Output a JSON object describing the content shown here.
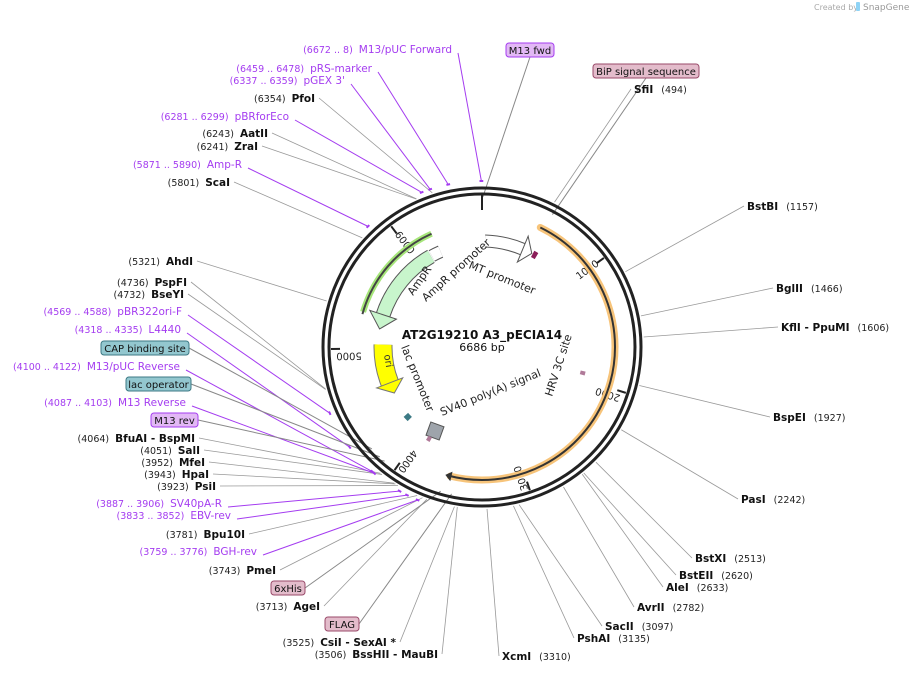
{
  "credit": {
    "prefix": "Created by",
    "brand": "SnapGene"
  },
  "plasmid": {
    "name": "AT2G19210 A3_pECIA14",
    "length_label": "6686 bp",
    "length": 6686
  },
  "ticks": [
    {
      "pos": 1000,
      "label": "1000"
    },
    {
      "pos": 2000,
      "label": "2000"
    },
    {
      "pos": 3000,
      "label": "3000"
    },
    {
      "pos": 4000,
      "label": "4000"
    },
    {
      "pos": 5000,
      "label": "5000"
    },
    {
      "pos": 6000,
      "label": "6000"
    }
  ],
  "enzymes_right": [
    {
      "name": "SfiI",
      "num": "(494)",
      "pos": 494
    },
    {
      "name": "BstBI",
      "num": "(1157)",
      "pos": 1157
    },
    {
      "name": "BglII",
      "num": "(1466)",
      "pos": 1466
    },
    {
      "name": "KflI  - PpuMI",
      "num": "(1606)",
      "pos": 1606
    },
    {
      "name": "BspEI",
      "num": "(1927)",
      "pos": 1927
    },
    {
      "name": "PasI",
      "num": "(2242)",
      "pos": 2242
    },
    {
      "name": "BstXI",
      "num": "(2513)",
      "pos": 2513
    },
    {
      "name": "BstEII",
      "num": "(2620)",
      "pos": 2620
    },
    {
      "name": "AleI",
      "num": "(2633)",
      "pos": 2633
    },
    {
      "name": "AvrII",
      "num": "(2782)",
      "pos": 2782
    },
    {
      "name": "SacII",
      "num": "(3097)",
      "pos": 3097
    },
    {
      "name": "PshAI",
      "num": "(3135)",
      "pos": 3135
    },
    {
      "name": "XcmI",
      "num": "(3310)",
      "pos": 3310
    }
  ],
  "enzymes_left": [
    {
      "name": "PfoI",
      "num": "(6354)",
      "pos": 6354
    },
    {
      "name": "AatII",
      "num": "(6243)",
      "pos": 6243
    },
    {
      "name": "ZraI",
      "num": "(6241)",
      "pos": 6241
    },
    {
      "name": "ScaI",
      "num": "(5801)",
      "pos": 5801
    },
    {
      "name": "AhdI",
      "num": "(5321)",
      "pos": 5321
    },
    {
      "name": "PspFI",
      "num": "(4736)",
      "pos": 4736
    },
    {
      "name": "BseYI",
      "num": "(4732)",
      "pos": 4732
    },
    {
      "name": "BfuAI   - BspMI",
      "num": "(4064)",
      "pos": 4064
    },
    {
      "name": "SalI",
      "num": "(4051)",
      "pos": 4051
    },
    {
      "name": "MfeI",
      "num": "(3952)",
      "pos": 3952
    },
    {
      "name": "HpaI",
      "num": "(3943)",
      "pos": 3943
    },
    {
      "name": "PsiI",
      "num": "(3923)",
      "pos": 3923
    },
    {
      "name": "Bpu10I",
      "num": "(3781)",
      "pos": 3781
    },
    {
      "name": "PmeI",
      "num": "(3743)",
      "pos": 3743
    },
    {
      "name": "AgeI",
      "num": "(3713)",
      "pos": 3713
    },
    {
      "name": "CsiI  - SexAI *",
      "num": "(3525)",
      "pos": 3525
    },
    {
      "name": "BssHII  - MauBI",
      "num": "(3506)",
      "pos": 3506
    }
  ],
  "primers": [
    {
      "name": "M13/pUC Forward",
      "num": "(6672 .. 8)",
      "pos": 6682
    },
    {
      "name": "pRS-marker",
      "num": "(6459 .. 6478)",
      "pos": 6468
    },
    {
      "name": "pGEX 3'",
      "num": "(6337 .. 6359)",
      "pos": 6348
    },
    {
      "name": "pBRforEco",
      "num": "(6281 .. 6299)",
      "pos": 6290
    },
    {
      "name": "Amp-R",
      "num": "(5871 .. 5890)",
      "pos": 5880
    },
    {
      "name": "pBR322ori-F",
      "num": "(4569 .. 4588)",
      "pos": 4578
    },
    {
      "name": "L4440",
      "num": "(4318 .. 4335)",
      "pos": 4326
    },
    {
      "name": "M13/pUC Reverse",
      "num": "(4100 .. 4122)",
      "pos": 4111
    },
    {
      "name": "M13 Reverse",
      "num": "(4087 .. 4103)",
      "pos": 4095
    },
    {
      "name": "SV40pA-R",
      "num": "(3887 .. 3906)",
      "pos": 3896
    },
    {
      "name": "EBV-rev",
      "num": "(3833 .. 3852)",
      "pos": 3842
    },
    {
      "name": "BGH-rev",
      "num": "(3759 .. 3776)",
      "pos": 3767
    }
  ],
  "feature_boxes": [
    {
      "label": "M13 fwd",
      "pos": 6,
      "fill": "#e2b8f5",
      "stroke": "#a43cf0"
    },
    {
      "label": "BiP signal sequence",
      "pos": 520,
      "fill": "#e3bccb",
      "stroke": "#9a4a6a"
    },
    {
      "label": "CAP binding site",
      "pos": 4220,
      "fill": "#93c7cf",
      "stroke": "#3c7a85"
    },
    {
      "label": "lac operator",
      "pos": 4140,
      "fill": "#93c7cf",
      "stroke": "#3c7a85"
    },
    {
      "label": "M13 rev",
      "pos": 4095,
      "fill": "#e2b8f5",
      "stroke": "#a43cf0"
    },
    {
      "label": "6xHis",
      "pos": 3640,
      "fill": "#e3bccb",
      "stroke": "#9a4a6a"
    },
    {
      "label": "FLAG",
      "pos": 3560,
      "fill": "#e3bccb",
      "stroke": "#9a4a6a"
    }
  ],
  "features": {
    "mt_promoter": "MT promoter",
    "ampr_promoter": "AmpR promoter",
    "ampr": "AmpR",
    "ori": "ori",
    "lac_promoter": "lac promoter",
    "sv40_polya": "SV40 poly(A) signal",
    "hrv3c": "HRV 3C site"
  },
  "colors": {
    "primer": "#a43cf0",
    "insert": "#f7c47a",
    "ampr_orf": "#a6e67a",
    "ampr": "#c8f5cc",
    "ori": "#ffff00"
  }
}
